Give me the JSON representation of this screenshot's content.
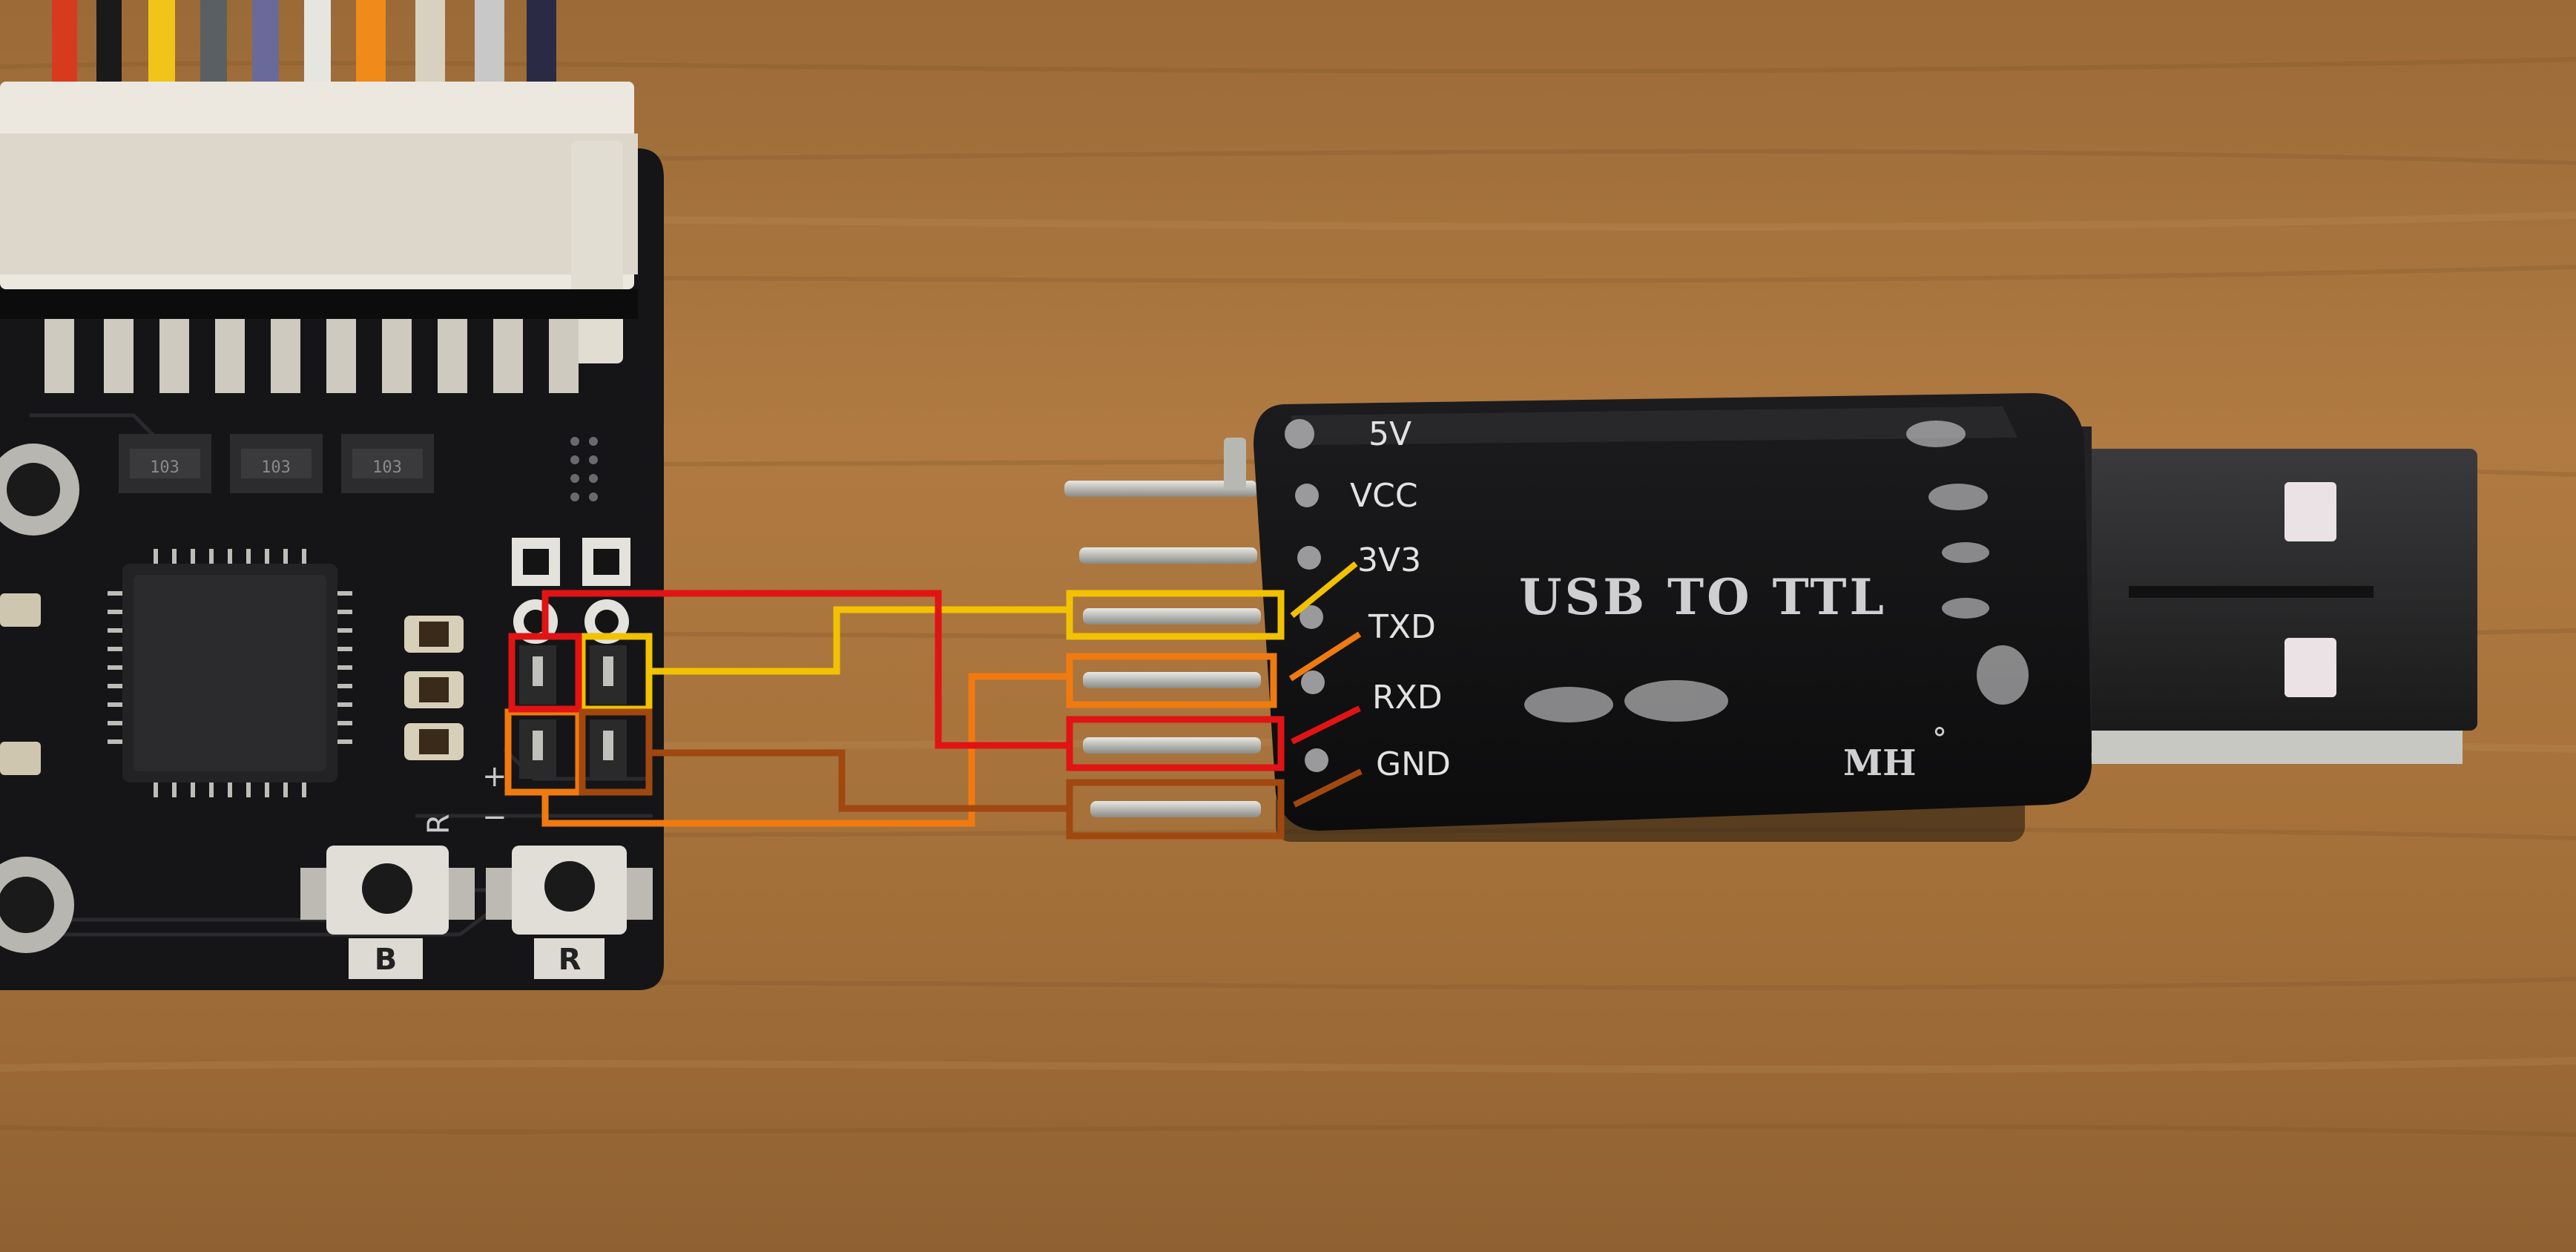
{
  "photo": {
    "adapter": {
      "title": "USB TO TTL",
      "brand": "MH",
      "degree_mark": "°",
      "pins": [
        {
          "label": "5V"
        },
        {
          "label": "VCC"
        },
        {
          "label": "3V3"
        },
        {
          "label": "TXD"
        },
        {
          "label": "RXD"
        },
        {
          "label": "GND"
        }
      ]
    },
    "board": {
      "resistor_marks": [
        "103",
        "103",
        "103"
      ],
      "button_labels": [
        "B",
        "R"
      ],
      "silkscreen": {
        "r": "R",
        "plus": "+",
        "minus": "−"
      }
    },
    "wire_colors": {
      "yellow": "#f2c200",
      "orange": "#f07a10",
      "red": "#e01414",
      "brown": "#a04810"
    }
  }
}
